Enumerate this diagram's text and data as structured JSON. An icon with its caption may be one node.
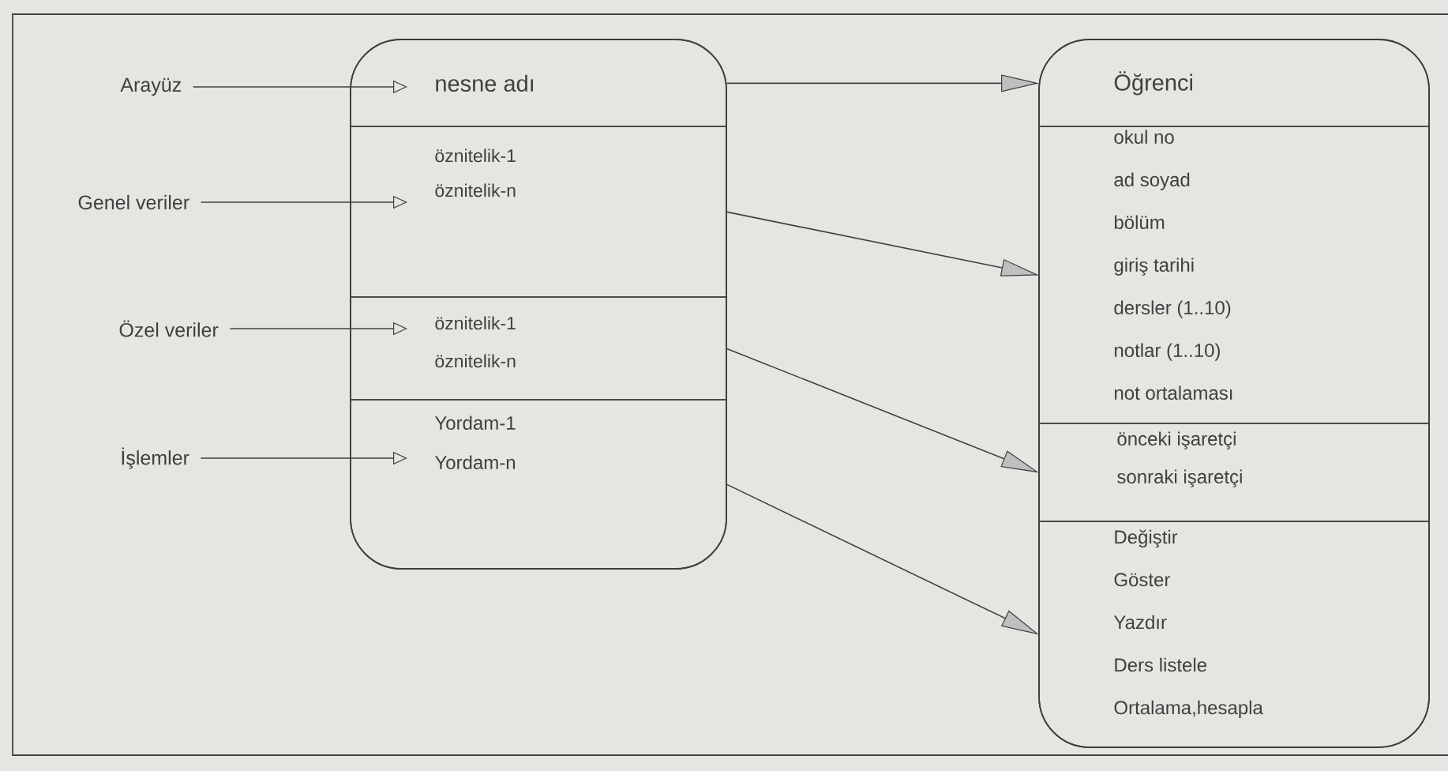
{
  "diagram": {
    "nodes": [
      {
        "text": [
          "Arayüz"
        ]
      },
      {
        "text": [
          "Genel veriler"
        ]
      },
      {
        "text": [
          "Özel veriler"
        ]
      },
      {
        "text": [
          "İşlemler"
        ]
      },
      {
        "text": [],
        "shape": "box"
      },
      {
        "text": [
          "nesne adı"
        ],
        "in": 4
      },
      {
        "text": [
          "öznitelik-1",
          "öznitelik-n"
        ],
        "in": 4
      },
      {
        "text": [
          "öznitelik-1",
          "öznitelik-n"
        ],
        "in": 4
      },
      {
        "text": [
          "Yordam-1",
          "Yordam-n"
        ],
        "in": 4
      },
      {
        "text": [],
        "shape": "box"
      },
      {
        "text": [
          "Öğrenci"
        ],
        "in": 9
      },
      {
        "text": [
          "okul no",
          "ad soyad",
          "bölüm",
          "giriş tarihi",
          "dersler (1..10)",
          "notlar (1..10)",
          "not ortalaması"
        ],
        "in": 9
      },
      {
        "text": [
          "önceki işaretçi",
          "sonraki işaretçi"
        ],
        "in": 9
      },
      {
        "text": [
          "Değiştir",
          "Göster",
          "Yazdır",
          "Ders listele",
          "Ortalama,hesapla"
        ],
        "in": 9
      }
    ],
    "edges": [
      {
        "from": 0,
        "to": 5,
        "arrow": "to"
      },
      {
        "from": 1,
        "to": 6,
        "arrow": "to"
      },
      {
        "from": 2,
        "to": 7,
        "arrow": "to"
      },
      {
        "from": 3,
        "to": 8,
        "arrow": "to"
      },
      {
        "from": 5,
        "to": 10,
        "arrow": "to"
      },
      {
        "from": 6,
        "to": 11,
        "arrow": "to"
      },
      {
        "from": 7,
        "to": 12,
        "arrow": "to"
      },
      {
        "from": 8,
        "to": 13,
        "arrow": "to"
      }
    ]
  }
}
